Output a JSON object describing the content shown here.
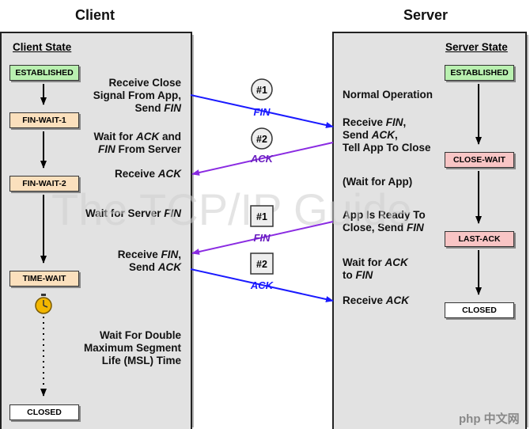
{
  "headers": {
    "client": "Client",
    "server": "Server"
  },
  "client": {
    "title": "Client State",
    "states": {
      "established": "ESTABLISHED",
      "fin_wait_1": "FIN-WAIT-1",
      "fin_wait_2": "FIN-WAIT-2",
      "time_wait": "TIME-WAIT",
      "closed": "CLOSED"
    },
    "labels": {
      "receive_close": [
        "Receive Close",
        "Signal From App,",
        "Send ",
        "FIN"
      ],
      "wait_ack_fin": [
        "Wait for ",
        "ACK",
        " and",
        "FIN",
        " From Server"
      ],
      "receive_ack": [
        "Receive ",
        "ACK"
      ],
      "wait_server_fin": [
        "Wait for Server ",
        "FIN"
      ],
      "receive_fin_send_ack": [
        "Receive ",
        "FIN",
        ",",
        "Send ",
        "ACK"
      ],
      "wait_msl": [
        "Wait For Double",
        "Maximum Segment",
        "Life (MSL) Time"
      ]
    }
  },
  "server": {
    "title": "Server State",
    "states": {
      "established": "ESTABLISHED",
      "close_wait": "CLOSE-WAIT",
      "last_ack": "LAST-ACK",
      "closed": "CLOSED"
    },
    "labels": {
      "normal_operation": "Normal Operation",
      "receive_fin_send_ack": [
        "Receive ",
        "FIN",
        ",",
        "Send ",
        "ACK",
        ",",
        "Tell App To Close"
      ],
      "wait_app": "(Wait for App)",
      "app_ready": [
        "App Is Ready To",
        "Close, Send ",
        "FIN"
      ],
      "wait_ack_fin": [
        "Wait for ",
        "ACK",
        "to ",
        "FIN"
      ],
      "receive_ack": [
        "Receive ",
        "ACK"
      ]
    }
  },
  "messages": [
    {
      "num": "#1",
      "type": "FIN",
      "shape": "circle"
    },
    {
      "num": "#2",
      "type": "ACK",
      "shape": "circle"
    },
    {
      "num": "#1",
      "type": "FIN",
      "shape": "square"
    },
    {
      "num": "#2",
      "type": "ACK",
      "shape": "square"
    }
  ],
  "watermark": "The TCP/IP Guide",
  "logo_text": "php 中文网",
  "colors": {
    "fin_arrow": "#1a1aff",
    "ack_arrow": "#8a2be2",
    "fin_text": "#1a1aff",
    "ack_text": "#6a1fc0",
    "state_green": "#b9f0b0",
    "state_orange": "#fbe0bd",
    "state_pink": "#f8c5c5",
    "clock": "#f2b600"
  }
}
